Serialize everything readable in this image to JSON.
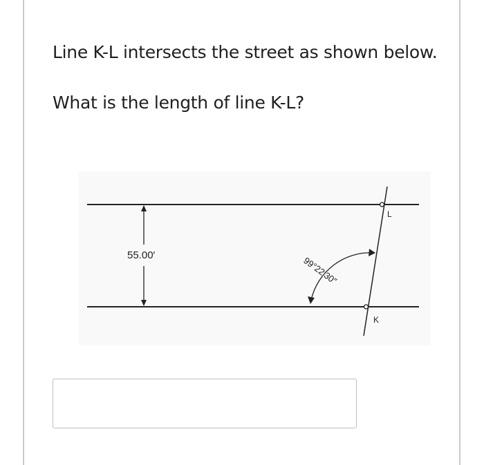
{
  "question": {
    "line1": "Line K-L intersects the street as shown below.",
    "line2": "What is the length of line K-L?"
  },
  "figure": {
    "distance_label": "55.00′",
    "angle_label": "99°22′30″",
    "point_upper": "L",
    "point_lower": "K"
  },
  "answer": {
    "value": ""
  }
}
